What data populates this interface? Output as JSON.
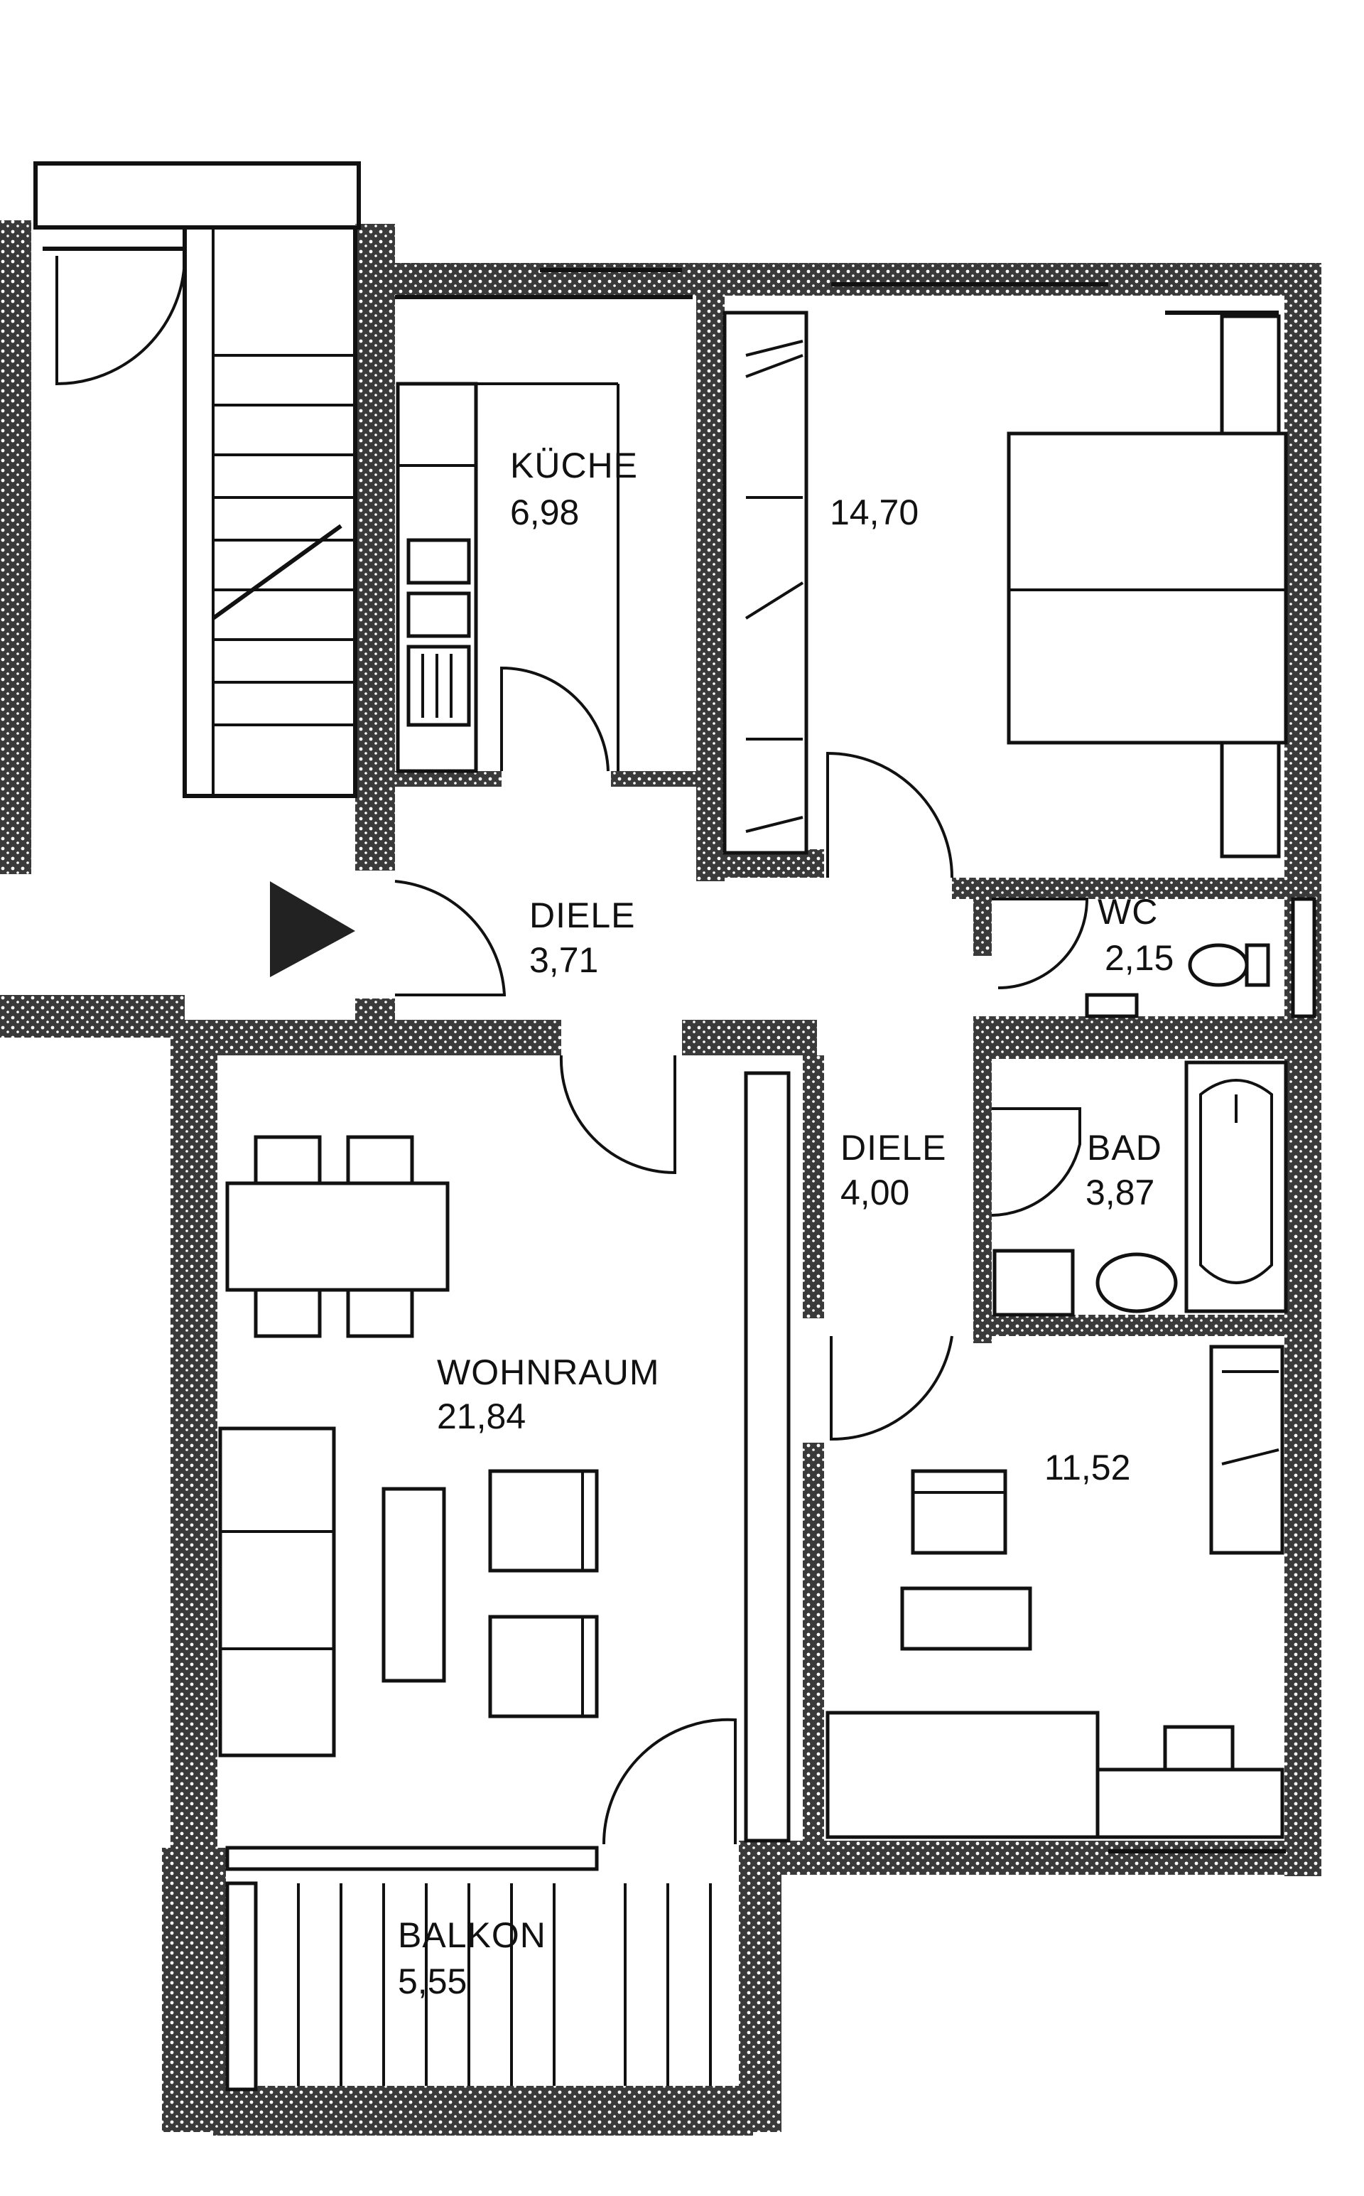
{
  "rooms": [
    {
      "id": "kueche",
      "name": "KÜCHE",
      "area": "6,98"
    },
    {
      "id": "schlafen",
      "name": "",
      "area": "14,70"
    },
    {
      "id": "diele1",
      "name": "DIELE",
      "area": "3,71"
    },
    {
      "id": "wc",
      "name": "WC",
      "area": "2,15"
    },
    {
      "id": "diele2",
      "name": "DIELE",
      "area": "4,00"
    },
    {
      "id": "bad",
      "name": "BAD",
      "area": "3,87"
    },
    {
      "id": "wohnraum",
      "name": "WOHNRAUM",
      "area": "21,84"
    },
    {
      "id": "kind",
      "name": "",
      "area": "11,52"
    },
    {
      "id": "balkon",
      "name": "BALKON",
      "area": "5,55"
    }
  ],
  "colors": {
    "wall": "#2a2a2a",
    "line": "#111111",
    "background": "#ffffff"
  },
  "icons": {
    "entrance": "triangle-arrow-right"
  }
}
